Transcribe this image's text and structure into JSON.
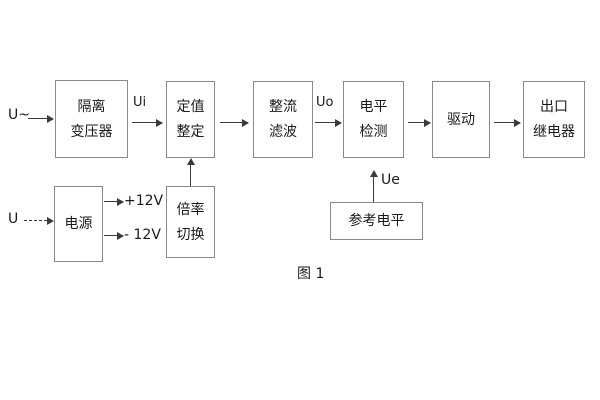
{
  "figure": {
    "caption": "图 1",
    "background_color": "#ffffff",
    "box_border_color": "#8a8a8a",
    "line_color": "#3a3a3a",
    "text_color": "#1a1a1a"
  },
  "signal_chain": {
    "input_label": "U~",
    "blocks": [
      {
        "line1": "隔离",
        "line2": "变压器"
      },
      {
        "line1": "定值",
        "line2": "整定"
      },
      {
        "line1": "整流",
        "line2": "滤波"
      },
      {
        "line1": "电平",
        "line2": "检测"
      },
      {
        "line1": "驱动",
        "line2": ""
      },
      {
        "line1": "出口",
        "line2": "继电器"
      }
    ],
    "signal_labels": {
      "ui": "Ui",
      "uo": "Uo",
      "ue": "Ue"
    }
  },
  "power_chain": {
    "input_label": "U",
    "power_block": {
      "line1": "电源",
      "line2": ""
    },
    "outputs": [
      {
        "label": "+12V"
      },
      {
        "label": "- 12V"
      }
    ],
    "multiplier_block": {
      "line1": "倍率",
      "line2": "切换"
    }
  },
  "reference": {
    "block": {
      "line1": "参考电平",
      "line2": ""
    }
  }
}
